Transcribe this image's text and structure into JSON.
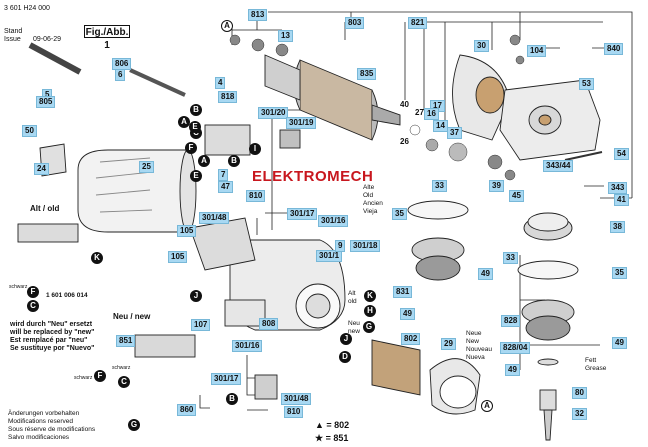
{
  "header": {
    "doc_number": "3 601 H24 000",
    "stand_label": "Stand",
    "issue_label": "Issue",
    "date": "09-06-29",
    "fig_label": "Fig./Abb. 1"
  },
  "brand_watermark": "ELEKTROMECH",
  "tags": {
    "t813": "813",
    "t803": "803",
    "t821": "821",
    "t13a": "13",
    "t835": "835",
    "t104": "104",
    "t840": "840",
    "t806": "806",
    "t5": "5",
    "t805": "805",
    "t4": "4",
    "t818": "818",
    "t301_20": "301/20",
    "t301_19": "301/19",
    "t50": "50",
    "t24": "24",
    "t25": "25",
    "t53": "53",
    "t54": "54",
    "t343_44": "343/44",
    "t343": "343",
    "t41": "41",
    "t38": "38",
    "t35a": "35",
    "t35b": "35",
    "t49a": "49",
    "t49b": "49",
    "t49c": "49",
    "t49d": "49",
    "t810": "810",
    "t301_17a": "301/17",
    "t301_16a": "301/16",
    "t301_48a": "301/48",
    "t105a": "105",
    "t105b": "105",
    "t301_1": "301/1",
    "t301_18": "301/18",
    "t831": "831",
    "t828": "828",
    "t828_04": "828/04",
    "t808": "808",
    "t107": "107",
    "t851": "851",
    "t301_16b": "301/16",
    "t301_17b": "301/17",
    "t301_48b": "301/48",
    "t810b": "810",
    "t860": "860",
    "t802": "802",
    "t80": "80",
    "t32": "32",
    "t14": "14",
    "t37": "37",
    "t45": "45",
    "t39": "39",
    "t7": "7",
    "t47": "47",
    "t33a": "33",
    "t33b": "33",
    "t30": "30",
    "t17": "17",
    "t16": "16",
    "t9": "9",
    "t29": "29"
  },
  "plain_numbers": {
    "n40": "40",
    "n27": "27",
    "n26": "26"
  },
  "circles": {
    "A": "A",
    "B": "B",
    "C": "C",
    "D": "D",
    "E": "E",
    "F": "F",
    "G": "G",
    "H": "H",
    "I": "I",
    "J": "J",
    "K": "K"
  },
  "notes": {
    "alt_old": "Alt / old",
    "neu_new": "Neu / new",
    "part_1601": "1 601 006 014",
    "replaced": [
      "wird durch \"Neu\" ersetzt",
      "will be replaced by \"new\"",
      "Est remplacé par \"neu\"",
      "Se sustituye por \"Nuevo\""
    ],
    "alte": [
      "Alte",
      "Old",
      "Ancien",
      "Vieja"
    ],
    "neue": [
      "Neue",
      "New",
      "Nouveau",
      "Nueva"
    ],
    "alt_old_small": [
      "Alt",
      "old"
    ],
    "neu_new_small": [
      "Neu",
      "new"
    ],
    "fett": [
      "Fett",
      "Grease"
    ],
    "changes": [
      "Änderungen vorbehalten",
      "Modifications reserved",
      "Sous réserve de modifications",
      "Salvo modificaciones"
    ],
    "legend_tri": "▲ = 802",
    "legend_star": "★ = 851",
    "schwarz1": "schwarz",
    "schwarz2": "schwarz",
    "schwarz3": "schwarz"
  }
}
